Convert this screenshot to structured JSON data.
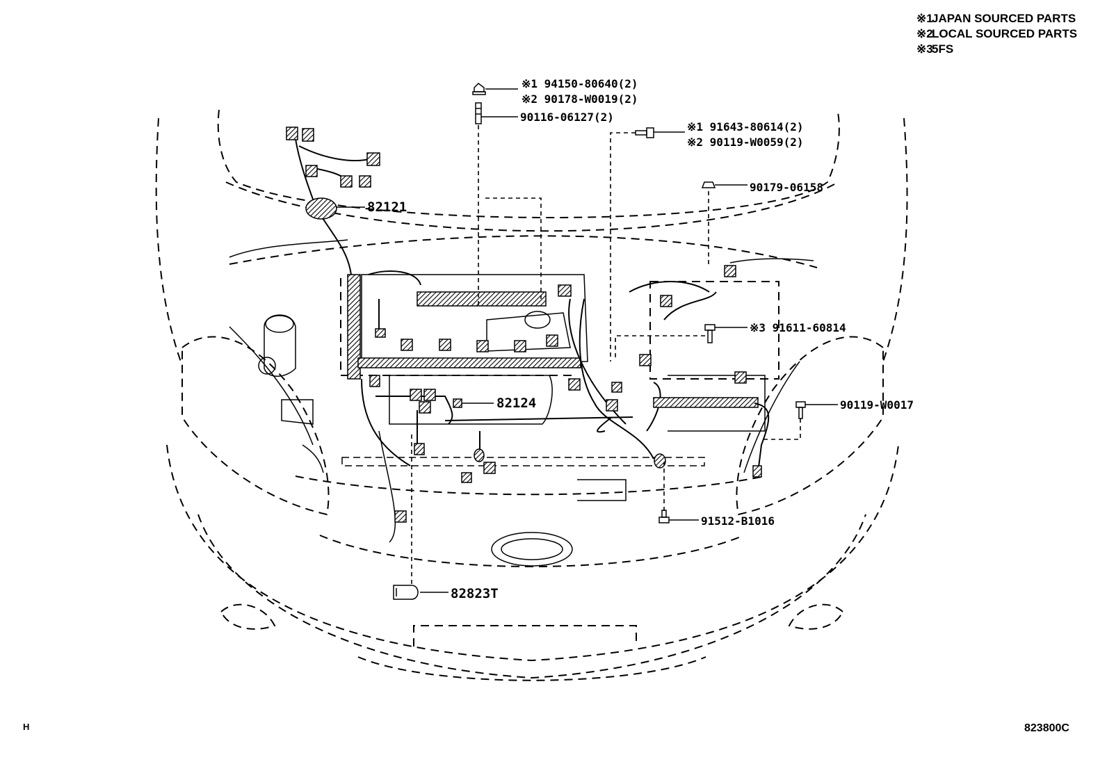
{
  "legend": [
    {
      "mark": "※1",
      "text": "JAPAN SOURCED PARTS"
    },
    {
      "mark": "※2",
      "text": "LOCAL SOURCED PARTS"
    },
    {
      "mark": "※3",
      "text": "5FS"
    }
  ],
  "callouts": {
    "bolt_top_1": "※1 94150-80640(2)",
    "bolt_top_2": "※2 90178-W0019(2)",
    "stud_top": "90116-06127(2)",
    "bolt_right_1": "※1 91643-80614(2)",
    "bolt_right_2": "※2 90119-W0059(2)",
    "nut_right": "90179-06158",
    "bolt_5fs": "※3 91611-60814",
    "bolt_side": "90119-W0017",
    "bolt_bottom": "91512-B1016",
    "harness_upper": "82121",
    "harness_main": "82124",
    "clamp": "82823T"
  },
  "footer": {
    "corner_mark": "H",
    "figure_code": "823800C"
  }
}
